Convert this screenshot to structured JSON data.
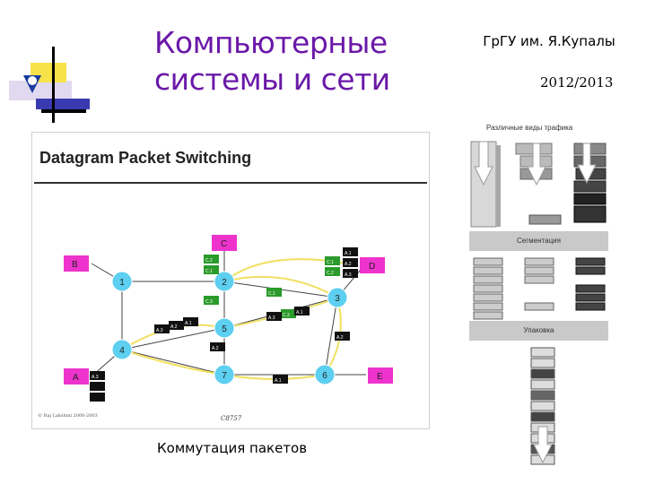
{
  "header": {
    "title_line1": "Компьютерные",
    "title_line2": "системы и сети",
    "university": "ГрГУ им. Я.Купалы",
    "year": "2012/2013"
  },
  "diagram": {
    "title": "Datagram Packet Switching",
    "copyright": "© Raj Lakshmi 2000-2003",
    "code": "C8757",
    "endpoints": [
      {
        "id": "B",
        "label": "B"
      },
      {
        "id": "C",
        "label": "C"
      },
      {
        "id": "D",
        "label": "D"
      },
      {
        "id": "A",
        "label": "A"
      },
      {
        "id": "E",
        "label": "E"
      }
    ],
    "nodes": [
      "1",
      "2",
      "3",
      "4",
      "5",
      "6",
      "7"
    ],
    "packets_green": [
      "C.2",
      "C.1",
      "C.3",
      "C.1",
      "C.2",
      "C.1",
      "C.3"
    ],
    "packets_black": [
      "A.1",
      "A.2",
      "A.3",
      "A.3",
      "A.2",
      "A.1",
      "A.3",
      "A.2",
      "A.1",
      "A.2",
      "A.1",
      "A.3"
    ]
  },
  "caption": "Коммутация пакетов",
  "traffic_panel": {
    "title": "Различные виды трафика",
    "band1": "Сегментация",
    "band2": "Упаковка"
  },
  "colors": {
    "title": "#6a18a8",
    "endpoint": "#ee33cc",
    "node": "#5dcff0",
    "link_yellow": "#f0e060",
    "packet_green": "#2a9a2a"
  }
}
